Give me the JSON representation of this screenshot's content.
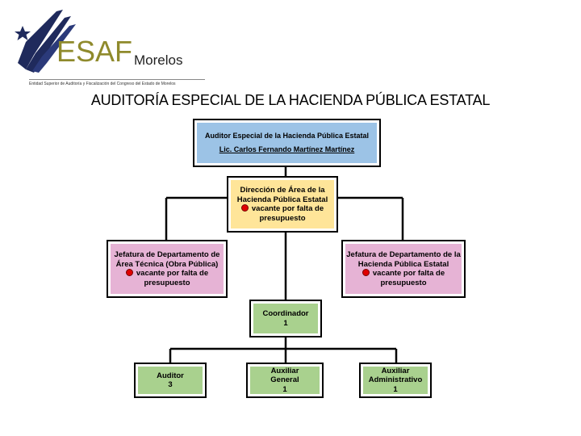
{
  "logo": {
    "main": "ESAF",
    "region": "Morelos",
    "subtitle": "Entidad Superior de Auditoría y Fiscalización del Congreso del Estado de Morelos"
  },
  "title": "AUDITORÍA ESPECIAL DE LA HACIENDA PÚBLICA ESTATAL",
  "nodes": {
    "auditor_especial": {
      "line1": "Auditor Especial de la Hacienda Pública Estatal",
      "line2": "Lic. Carlos Fernando Martínez Martínez"
    },
    "direccion": {
      "line1": "Dirección de Área de la",
      "line2": "Hacienda Pública Estatal",
      "line3": "vacante por falta de",
      "line4": "presupuesto"
    },
    "jefatura_tecnica": {
      "line1": "Jefatura de Departamento de",
      "line2": "Área Técnica (Obra Pública)",
      "line3": "vacante por falta de",
      "line4": "presupuesto"
    },
    "jefatura_hacienda": {
      "line1": "Jefatura de Departamento de la",
      "line2": "Hacienda Pública Estatal",
      "line3": "vacante por falta de",
      "line4": "presupuesto"
    },
    "coordinador": {
      "line1": "Coordinador",
      "line2": "1"
    },
    "auditor": {
      "line1": "Auditor",
      "line2": "3"
    },
    "auxiliar_general": {
      "line1": "Auxiliar",
      "line2": "General",
      "line3": "1"
    },
    "auxiliar_administrativo": {
      "line1": "Auxiliar",
      "line2": "Administrativo",
      "line3": "1"
    }
  },
  "colors": {
    "blue": "#9cc3e6",
    "yellow": "#ffe599",
    "pink": "#e6b3d5",
    "green": "#a9d18e",
    "logo_olive": "#8f8a2c",
    "logo_navy": "#1f2a5c",
    "vacancy_dot": "#e00000"
  }
}
